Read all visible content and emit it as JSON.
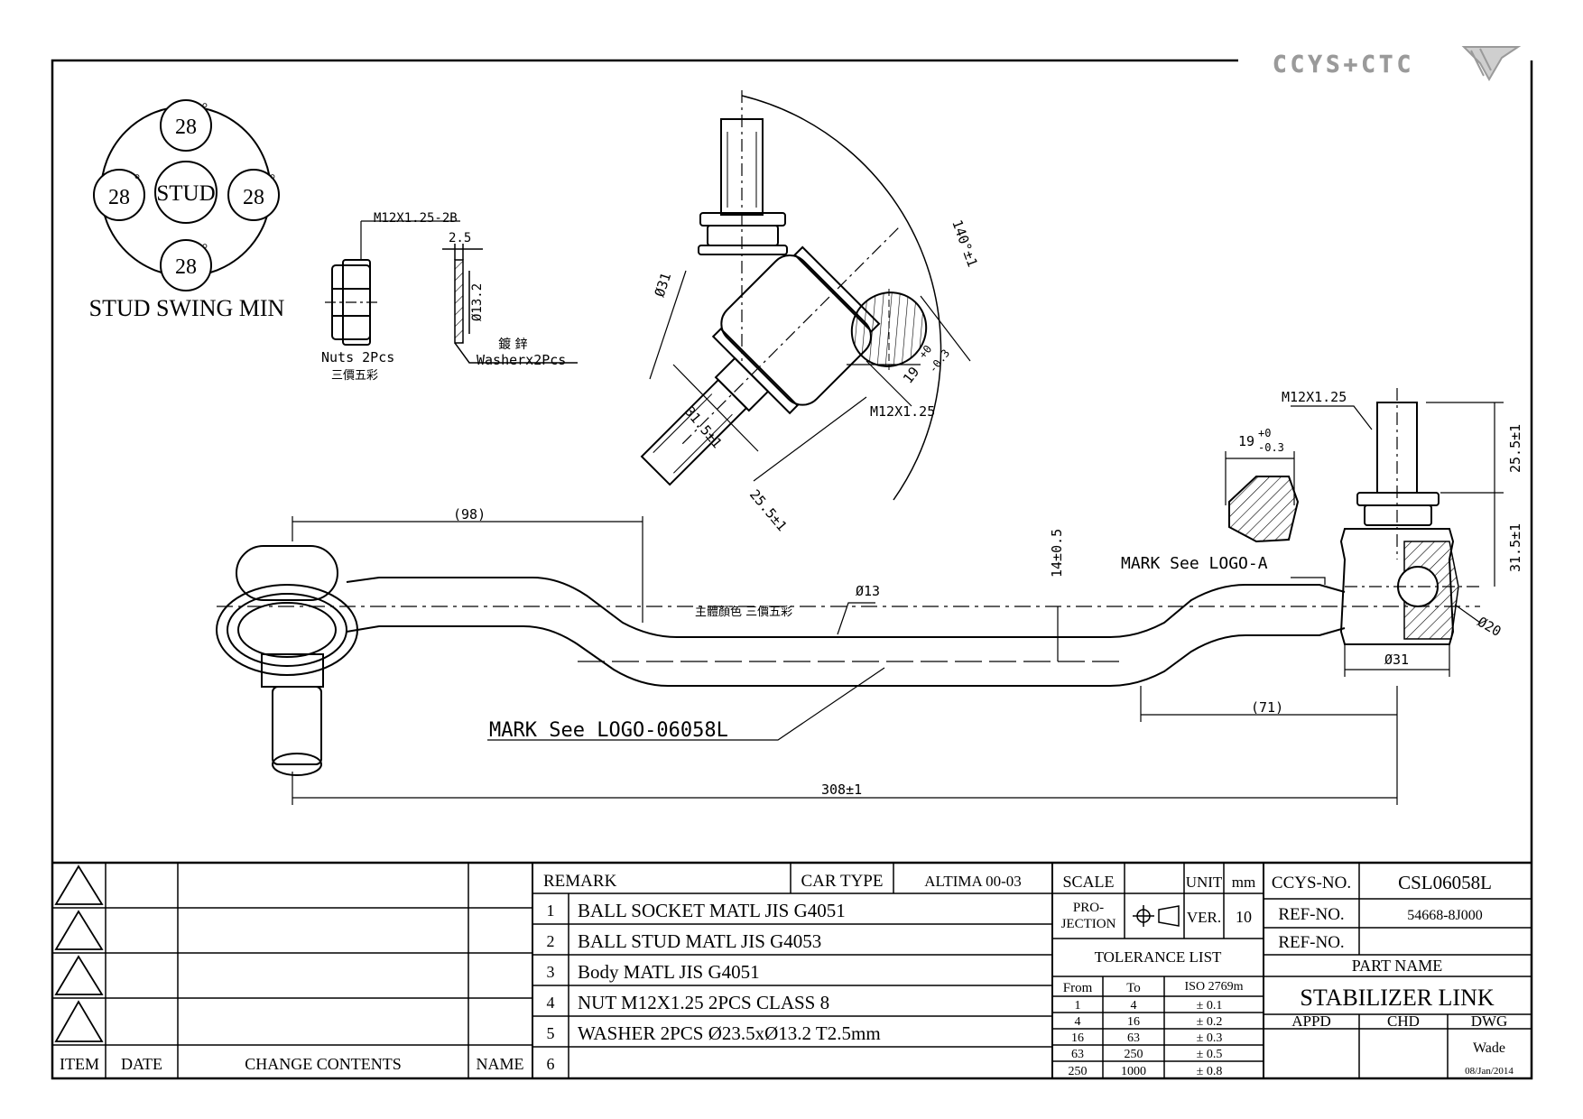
{
  "brand": {
    "logo_text": "CCYS+CTC",
    "logo_color": "#9a9a9a"
  },
  "stud_swing": {
    "title": "STUD SWING MIN",
    "center_label": "STUD",
    "top": "28",
    "left": "28",
    "right": "28",
    "bottom": "28",
    "degree_mark": "°"
  },
  "nut": {
    "thread": "M12X1.25-2B",
    "label": "Nuts 2Pcs",
    "color_note": "三價五彩"
  },
  "washer": {
    "thickness": "2.5",
    "inner_dia": "Ø13.2",
    "chinese": "鍍  鋅",
    "label": "Washerx2Pcs"
  },
  "ball_joint_view": {
    "angle": "140°±1",
    "diameter": "Ø31",
    "height": "31.5±1",
    "stud_length": "25.5±1",
    "thread": "M12X1.25",
    "hex_size": "19",
    "hex_tol_plus": "+0",
    "hex_tol_minus": "-0.3"
  },
  "right_end": {
    "thread": "M12X1.25",
    "stud_length": "25.5±1",
    "height": "31.5±1",
    "hex_size": "19",
    "hex_tol_plus": "+0",
    "hex_tol_minus": "-0.3",
    "mark": "MARK See LOGO-A",
    "socket_dia": "Ø31",
    "ball_dia": "Ø20"
  },
  "main_view": {
    "left_offset": "(98)",
    "right_offset": "(71)",
    "rod_dia": "Ø13",
    "rod_color_note": "主體顏色 三價五彩",
    "offset_height": "14±0.5",
    "mark": "MARK See LOGO-06058L",
    "overall_length": "308±1"
  },
  "revision_table": {
    "headers": {
      "item": "ITEM",
      "date": "DATE",
      "change": "CHANGE CONTENTS",
      "name": "NAME"
    },
    "rows": [
      "",
      "",
      "",
      ""
    ]
  },
  "remark_table": {
    "remark_label": "REMARK",
    "car_type_label": "CAR TYPE",
    "car_type": "ALTIMA 00-03",
    "items": [
      {
        "no": "1",
        "text": "BALL SOCKET MATL JIS G4051"
      },
      {
        "no": "2",
        "text": "BALL STUD MATL JIS G4053"
      },
      {
        "no": "3",
        "text": "Body MATL JIS G4051"
      },
      {
        "no": "4",
        "text": "NUT M12X1.25 2PCS CLASS 8"
      },
      {
        "no": "5",
        "text": "WASHER 2PCS Ø23.5xØ13.2 T2.5mm"
      },
      {
        "no": "6",
        "text": ""
      }
    ]
  },
  "scale_block": {
    "scale_label": "SCALE",
    "scale_value": "",
    "unit_label": "UNIT",
    "unit_value": "mm",
    "projection_label_1": "PRO-",
    "projection_label_2": "JECTION",
    "ver_label": "VER.",
    "ver_value": "10",
    "tolerance_title": "TOLERANCE LIST",
    "tol_headers": {
      "from": "From",
      "to": "To",
      "iso": "ISO 2769m"
    },
    "tol_rows": [
      {
        "from": "1",
        "to": "4",
        "tol": "± 0.1"
      },
      {
        "from": "4",
        "to": "16",
        "tol": "± 0.2"
      },
      {
        "from": "16",
        "to": "63",
        "tol": "± 0.3"
      },
      {
        "from": "63",
        "to": "250",
        "tol": "± 0.5"
      },
      {
        "from": "250",
        "to": "1000",
        "tol": "± 0.8"
      }
    ]
  },
  "title_block": {
    "ccys_no_label": "CCYS-NO.",
    "ccys_no": "CSL06058L",
    "ref_no_label": "REF-NO.",
    "ref_no": "54668-8J000",
    "ref_no_label_2": "REF-NO.",
    "ref_no_2": "",
    "part_name_label": "PART NAME",
    "part_name": "STABILIZER LINK",
    "appd_label": "APPD",
    "chd_label": "CHD",
    "dwg_label": "DWG",
    "dwg_by": "Wade",
    "date": "08/Jan/2014"
  }
}
